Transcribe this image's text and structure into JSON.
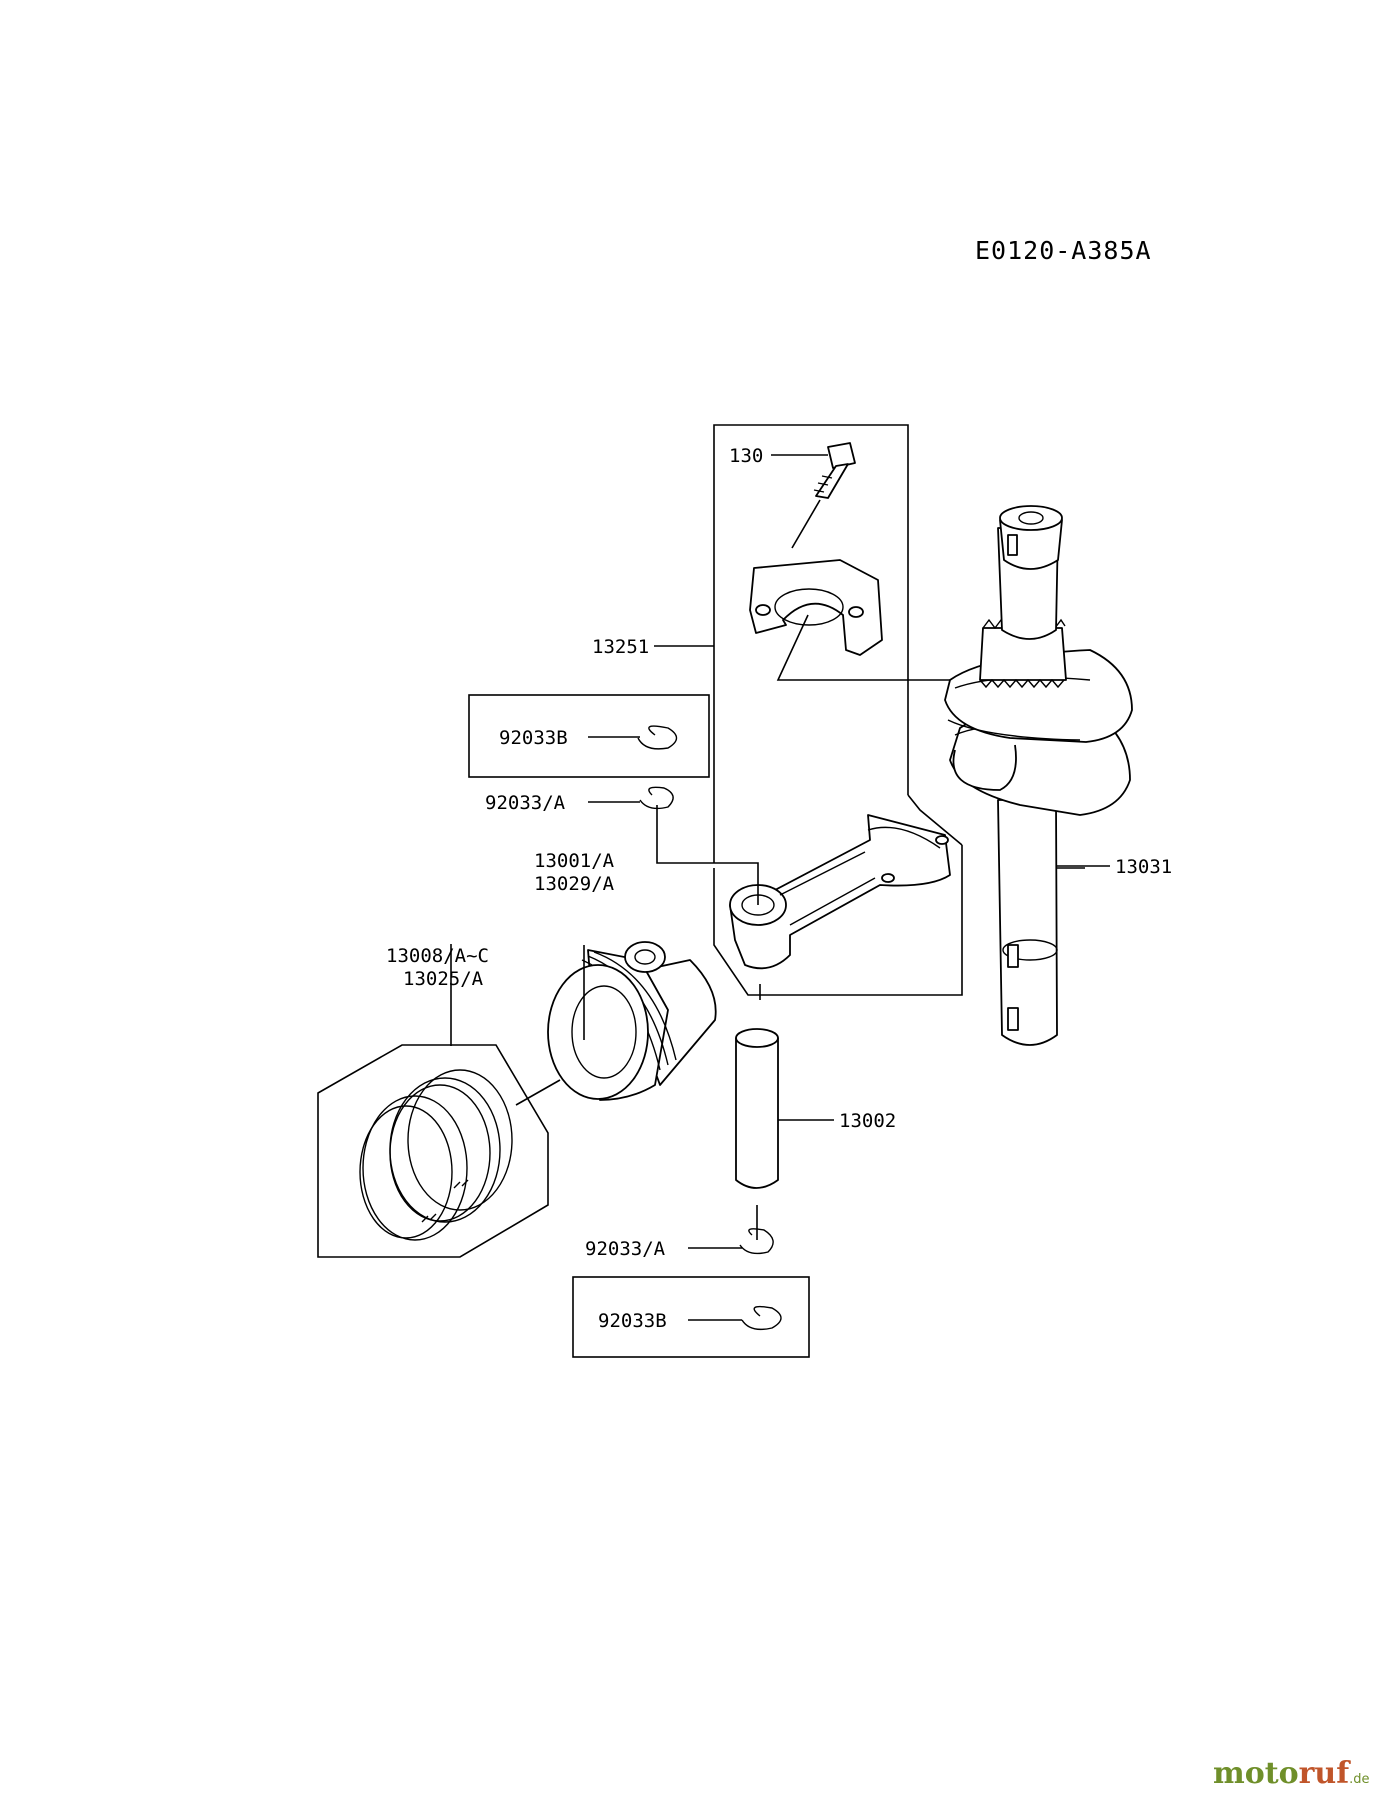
{
  "diagram_code": "E0120-A385A",
  "labels": {
    "bolt": "130",
    "bearing_cap": "13251",
    "clip_b_top": "92033B",
    "clip_a_top": "92033/A",
    "piston_1": "13001/A",
    "piston_2": "13029/A",
    "rings_1": "13008/A~C",
    "rings_2": "13025/A",
    "crankshaft": "13031",
    "pin": "13002",
    "clip_a_bottom": "92033/A",
    "clip_b_bottom": "92033B"
  },
  "watermark": {
    "part_a": "moto",
    "part_b": "ruf",
    "suffix": ".de"
  }
}
